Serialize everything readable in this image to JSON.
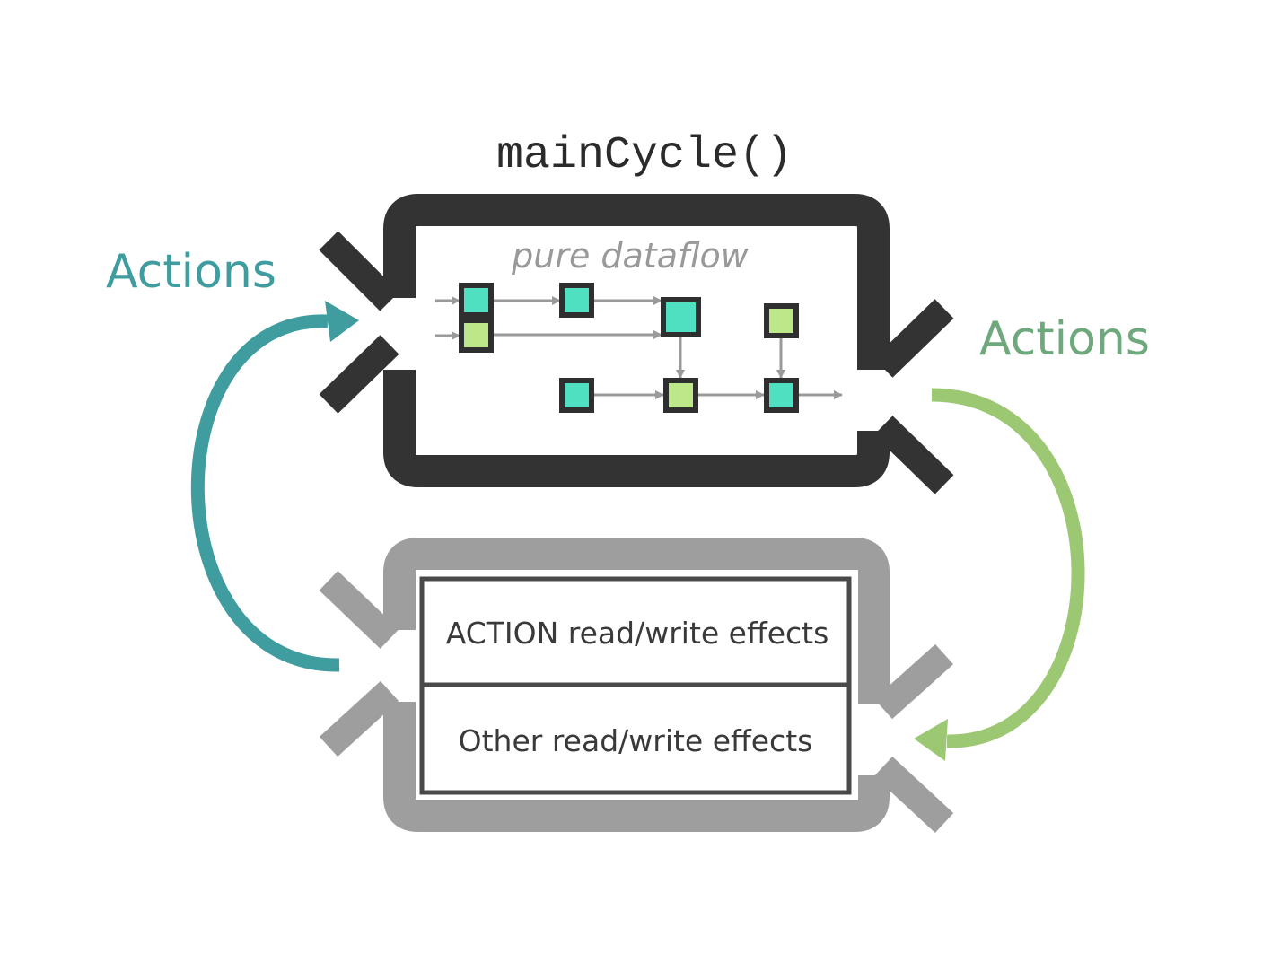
{
  "title": "mainCycle()",
  "subtitle": "pure dataflow",
  "actions_left": "Actions",
  "actions_right": "Actions",
  "effects": {
    "action_label": "ACTION read/write effects",
    "other_label": "Other read/write effects"
  },
  "colors": {
    "main_box": "#333333",
    "effects_box": "#9e9e9e",
    "left_arrow": "#3f9c9f",
    "right_arrow": "#9dc873",
    "node_teal": "#4fe0c2",
    "node_green": "#bde88a",
    "dataflow_line": "#9a9a9a",
    "subtitle_text": "#999999"
  }
}
